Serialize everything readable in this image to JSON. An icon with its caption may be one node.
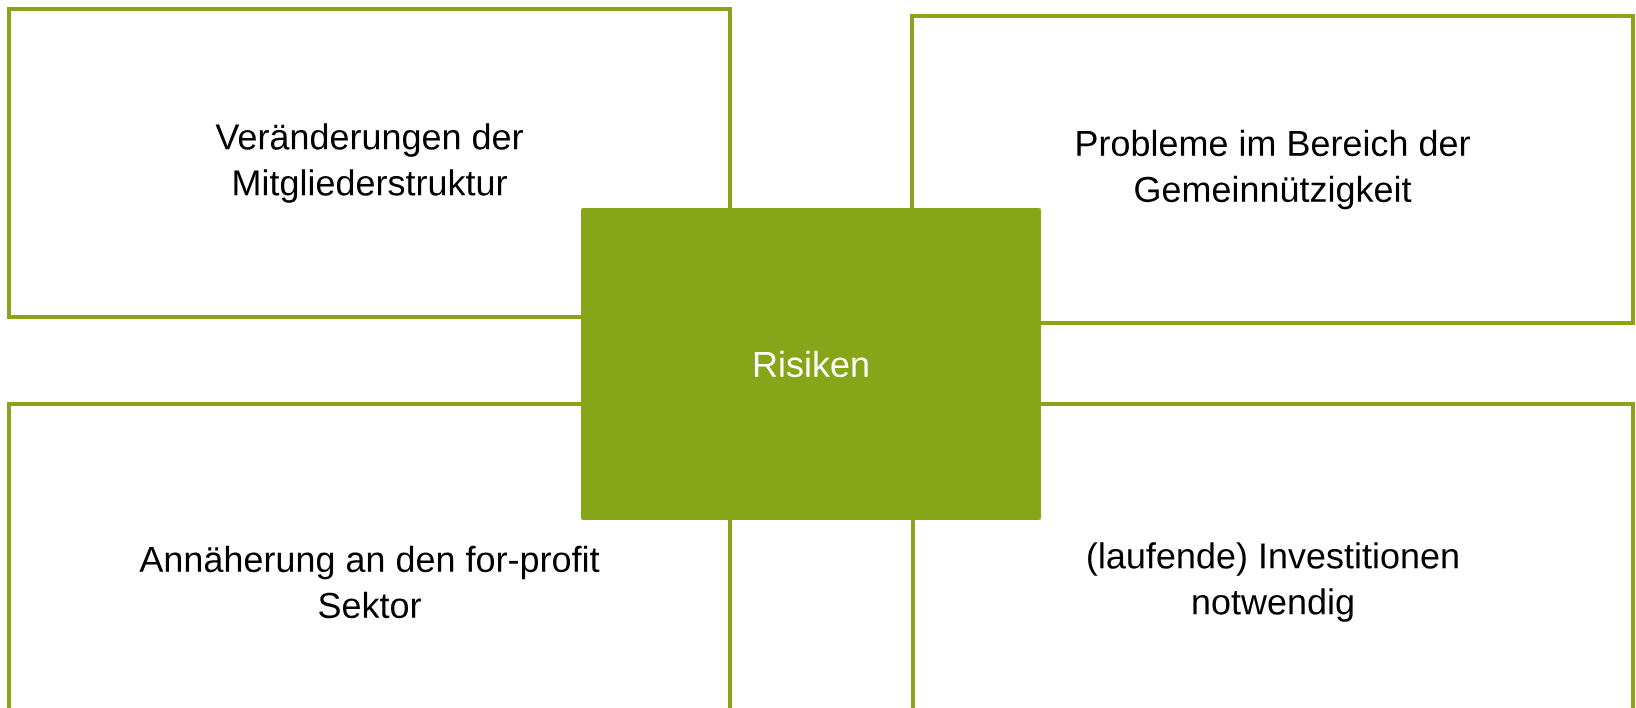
{
  "diagram": {
    "nodes": [
      {
        "text": [
          "Veränderungen der Mitgliederstruktur"
        ]
      },
      {
        "text": [
          "Probleme im Bereich der Gemeinnützigkeit"
        ]
      },
      {
        "text": [
          "Annäherung an den for-profit Sektor"
        ]
      },
      {
        "text": [
          "(laufende) Investitionen notwendig"
        ]
      },
      {
        "text": [
          "Risiken"
        ]
      }
    ]
  }
}
